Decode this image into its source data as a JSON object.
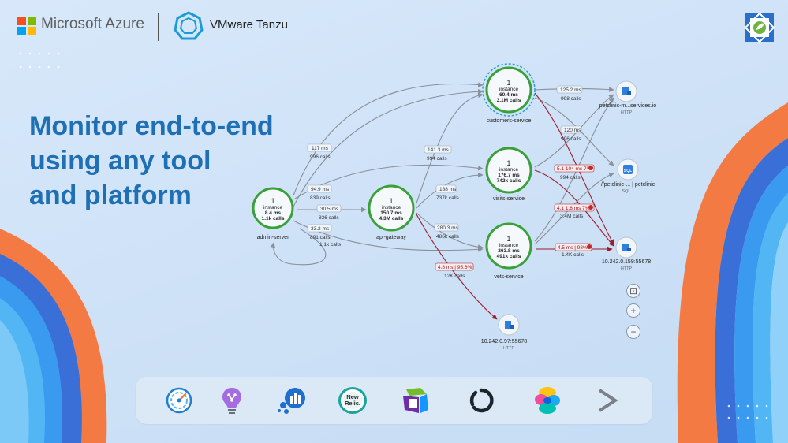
{
  "header": {
    "azure_label": "Microsoft Azure",
    "tanzu_label": "VMware Tanzu"
  },
  "headline": [
    "Monitor end-to-end",
    "using any tool",
    "and platform"
  ],
  "service_map": {
    "nodes": [
      {
        "name": "admin-server",
        "line1": "1",
        "line2": "instance",
        "line3": "8.4 ms",
        "line4": "1.1k calls"
      },
      {
        "name": "api-gateway",
        "line1": "1",
        "line2": "instance",
        "line3": "150.7 ms",
        "line4": "4.3M calls"
      },
      {
        "name": "customers-service",
        "line1": "1",
        "line2": "instance",
        "line3": "60.4 ms",
        "line4": "3.1M calls"
      },
      {
        "name": "visits-service",
        "line1": "1",
        "line2": "instance",
        "line3": "176.7 ms",
        "line4": "742k calls"
      },
      {
        "name": "vets-service",
        "line1": "1",
        "line2": "instance",
        "line3": "263.8 ms",
        "line4": "491k calls"
      }
    ],
    "endpoints": [
      {
        "name": "petclinic-m...services.io",
        "kind": "HTTP"
      },
      {
        "name": "//petclinic-... | petclinic",
        "kind": "SQL"
      },
      {
        "name": "10.242.0.159:55678",
        "kind": "HTTP"
      },
      {
        "name": "10.242.0.97:55678",
        "kind": "HTTP"
      }
    ],
    "edge_labels": [
      {
        "ms": "117 ms",
        "calls": "996 calls"
      },
      {
        "ms": "94.9 ms",
        "calls": "839 calls"
      },
      {
        "ms": "30.5 ms",
        "calls": "836 calls"
      },
      {
        "ms": "33.2 ms",
        "calls": "891 calls"
      },
      {
        "ms": "",
        "calls": "1.1k calls"
      },
      {
        "ms": "141.3 ms",
        "calls": "994 calls"
      },
      {
        "ms": "188 ms",
        "calls": "737k calls"
      },
      {
        "ms": "280.3 ms",
        "calls": "486k calls"
      },
      {
        "ms": "125.2 ms",
        "calls": "998 calls"
      },
      {
        "ms": "120 ms",
        "calls": "996 calls"
      },
      {
        "ms": "",
        "calls": "994 calls"
      },
      {
        "ms": "",
        "calls": "3.4M calls"
      },
      {
        "ms": "",
        "calls": "1.4K calls"
      }
    ],
    "error_labels": [
      {
        "text": "4.8 ms | 95.6%",
        "calls": "12K calls"
      },
      {
        "text": "5.1 104 ms 7%"
      },
      {
        "text": "4.1 1.8 ms 7%"
      },
      {
        "text": "4.5 ms | 98%"
      }
    ],
    "zoom_controls": [
      {
        "name": "fit",
        "glyph": "⊡"
      },
      {
        "name": "zoom-in",
        "glyph": "+"
      },
      {
        "name": "zoom-out",
        "glyph": "−"
      }
    ]
  },
  "tools": [
    {
      "name": "azure-monitor"
    },
    {
      "name": "application-insights"
    },
    {
      "name": "app-dynamics"
    },
    {
      "name": "new-relic",
      "text": "New Relic."
    },
    {
      "name": "dynatrace"
    },
    {
      "name": "lightstep"
    },
    {
      "name": "elastic"
    },
    {
      "name": "next"
    }
  ],
  "colors": {
    "headline": "#1e6fb4",
    "node_ring": "#3aa03a",
    "error_edge": "#9b1c2c",
    "stripe_orange": "#f47a43",
    "stripe_blue": "#2f7fe0"
  }
}
